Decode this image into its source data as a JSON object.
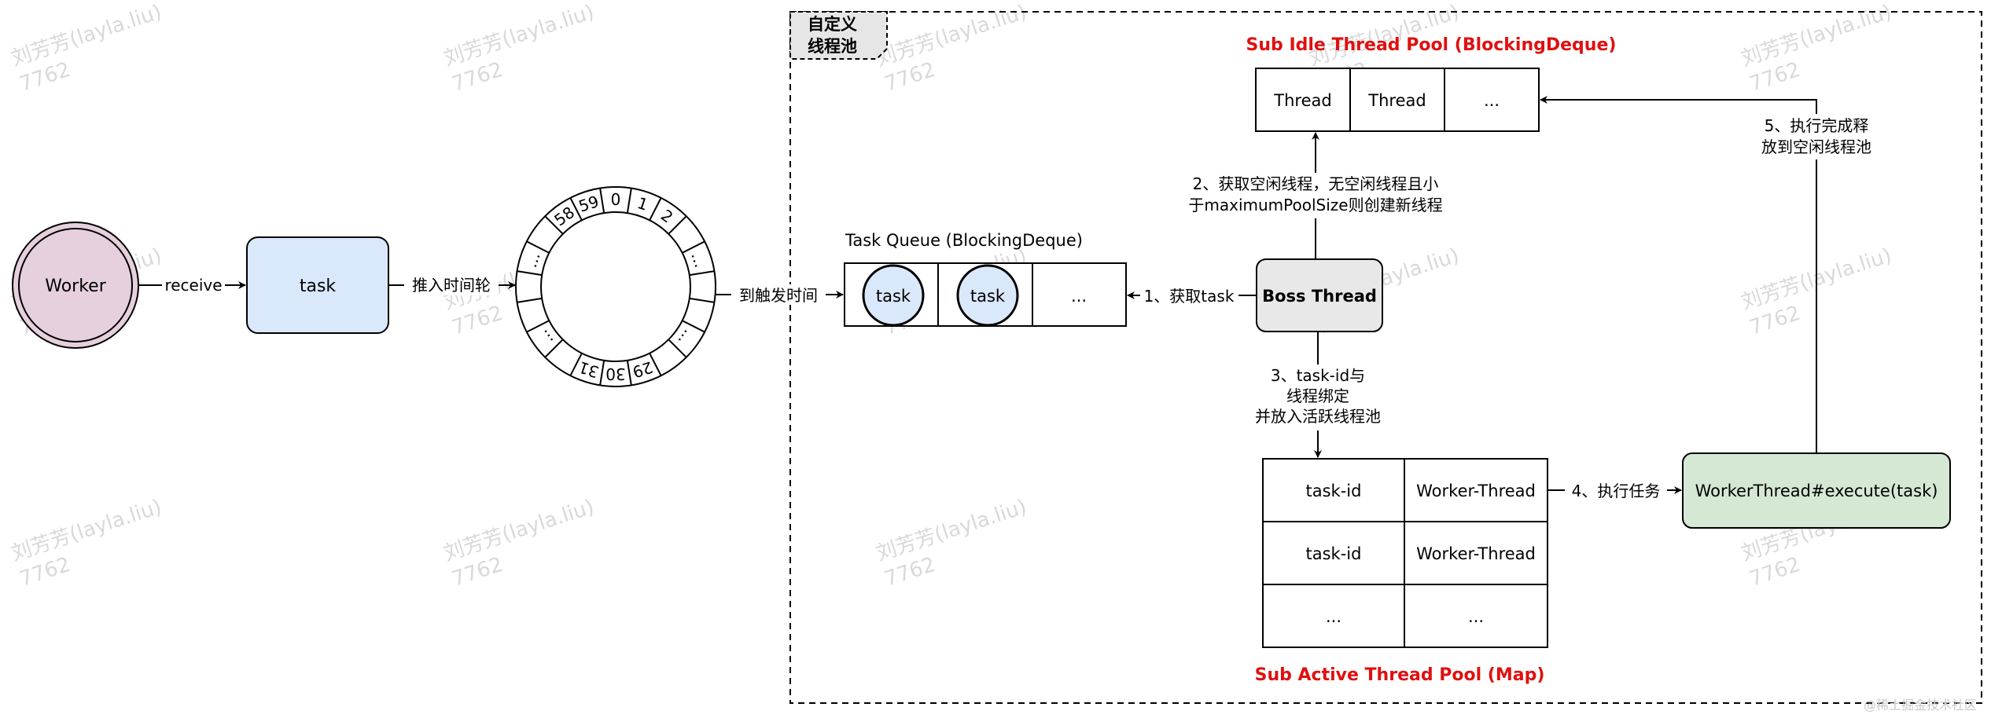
{
  "frame": {
    "title_line1": "自定义",
    "title_line2": "线程池"
  },
  "worker": {
    "label": "Worker"
  },
  "task_box": {
    "label": "task"
  },
  "edges": {
    "receive": "receive",
    "push_wheel": "推入时间轮",
    "trigger_time": "到触发时间",
    "step1": "1、获取task",
    "step2_line1": "2、获取空闲线程，无空闲线程且小",
    "step2_line2": "于maximumPoolSize则创建新线程",
    "step3_line1": "3、task-id与",
    "step3_line2": "线程绑定",
    "step3_line3": "并放入活跃线程池",
    "step4": "4、执行任务",
    "step5_line1": "5、执行完成释",
    "step5_line2": "放到空闲线程池"
  },
  "time_wheel": {
    "top_slots": [
      "58",
      "59",
      "0",
      "1",
      "2"
    ],
    "bottom_slots": [
      "31",
      "30",
      "29"
    ],
    "ellipsis": "..."
  },
  "task_queue": {
    "title": "Task Queue (BlockingDeque)",
    "cells": [
      "task",
      "task",
      "..."
    ]
  },
  "boss_thread": {
    "label": "Boss Thread"
  },
  "idle_pool": {
    "title": "Sub Idle Thread Pool (BlockingDeque)",
    "cells": [
      "Thread",
      "Thread",
      "..."
    ]
  },
  "active_pool": {
    "title": "Sub Active Thread Pool (Map)",
    "rows": [
      [
        "task-id",
        "Worker-Thread"
      ],
      [
        "task-id",
        "Worker-Thread"
      ],
      [
        "...",
        "..."
      ]
    ]
  },
  "worker_execute": {
    "label": "WorkerThread#execute(task)"
  },
  "watermark": {
    "name": "刘芳芳(layla.liu)",
    "id": "7762"
  },
  "credit": "@稀土掘金技术社区",
  "colors": {
    "worker_fill": "#e6d0de",
    "task_fill": "#dae8fc",
    "boss_fill": "#e8e8e8",
    "execute_fill": "#d5e8d4",
    "title_red": "#e01010",
    "title_tag_fill": "#e6e6e6"
  }
}
